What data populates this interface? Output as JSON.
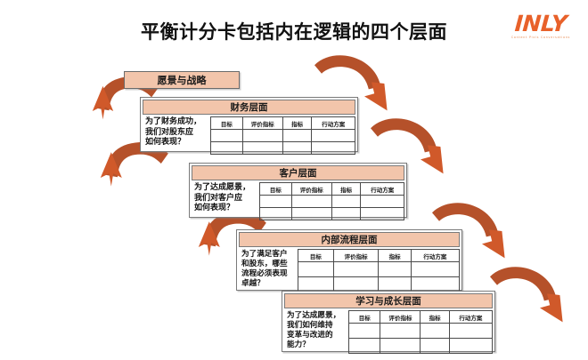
{
  "page": {
    "title": "平衡计分卡包括内在逻辑的四个层面",
    "background_color": "#ffffff"
  },
  "logo": {
    "mark": "INLY",
    "tagline": "Content  Pixls  Conversations",
    "color": "#E8612A"
  },
  "colors": {
    "header_fill": "#F2C5AB",
    "arrow_light": "#D0592A",
    "arrow_dark": "#B5512A",
    "panel_border": "#7a7a7a",
    "grid_border": "#4a4a4a"
  },
  "vision": {
    "label": "愿景与战略"
  },
  "table_headers": [
    "目标",
    "评价指标",
    "指标",
    "行动方案"
  ],
  "panels": [
    {
      "id": "financial",
      "title": "财务层面",
      "question": "为了财务成功，\n我们对股东应\n如何表现？",
      "headers": [
        "目标",
        "评价指标",
        "指标",
        "行动方案"
      ],
      "empty_rows": 2
    },
    {
      "id": "customer",
      "title": "客户层面",
      "question": "为了达成愿景，\n我们对客户应\n如何表现？",
      "headers": [
        "目标",
        "评价指标",
        "指标",
        "行动方案"
      ],
      "empty_rows": 2
    },
    {
      "id": "internal-process",
      "title": "内部流程层面",
      "question": "为了满足客户\n和股东，哪些\n流程必须表现\n卓越？",
      "headers": [
        "目标",
        "评价指标",
        "指标",
        "行动方案"
      ],
      "empty_rows": 2
    },
    {
      "id": "learning-growth",
      "title": "学习与成长层面",
      "question": "为了达成愿景，\n我们如何维持\n变革与改进的\n能力？",
      "headers": [
        "目标",
        "评价指标",
        "指标",
        "行动方案"
      ],
      "empty_rows": 2
    }
  ],
  "arrows": [
    {
      "name": "arrow-to-vision",
      "direction": "up-left"
    },
    {
      "name": "arrow-financial-to-customer-left",
      "direction": "up-left"
    },
    {
      "name": "arrow-customer-to-internal-left",
      "direction": "up-left"
    },
    {
      "name": "arrow-internal-to-learning-left",
      "direction": "up-left"
    },
    {
      "name": "arrow-vision-to-financial-right",
      "direction": "down-right"
    },
    {
      "name": "arrow-financial-to-customer-right",
      "direction": "down-right"
    },
    {
      "name": "arrow-customer-to-internal-right",
      "direction": "down-right"
    },
    {
      "name": "arrow-internal-to-learning-right",
      "direction": "down-right"
    }
  ]
}
